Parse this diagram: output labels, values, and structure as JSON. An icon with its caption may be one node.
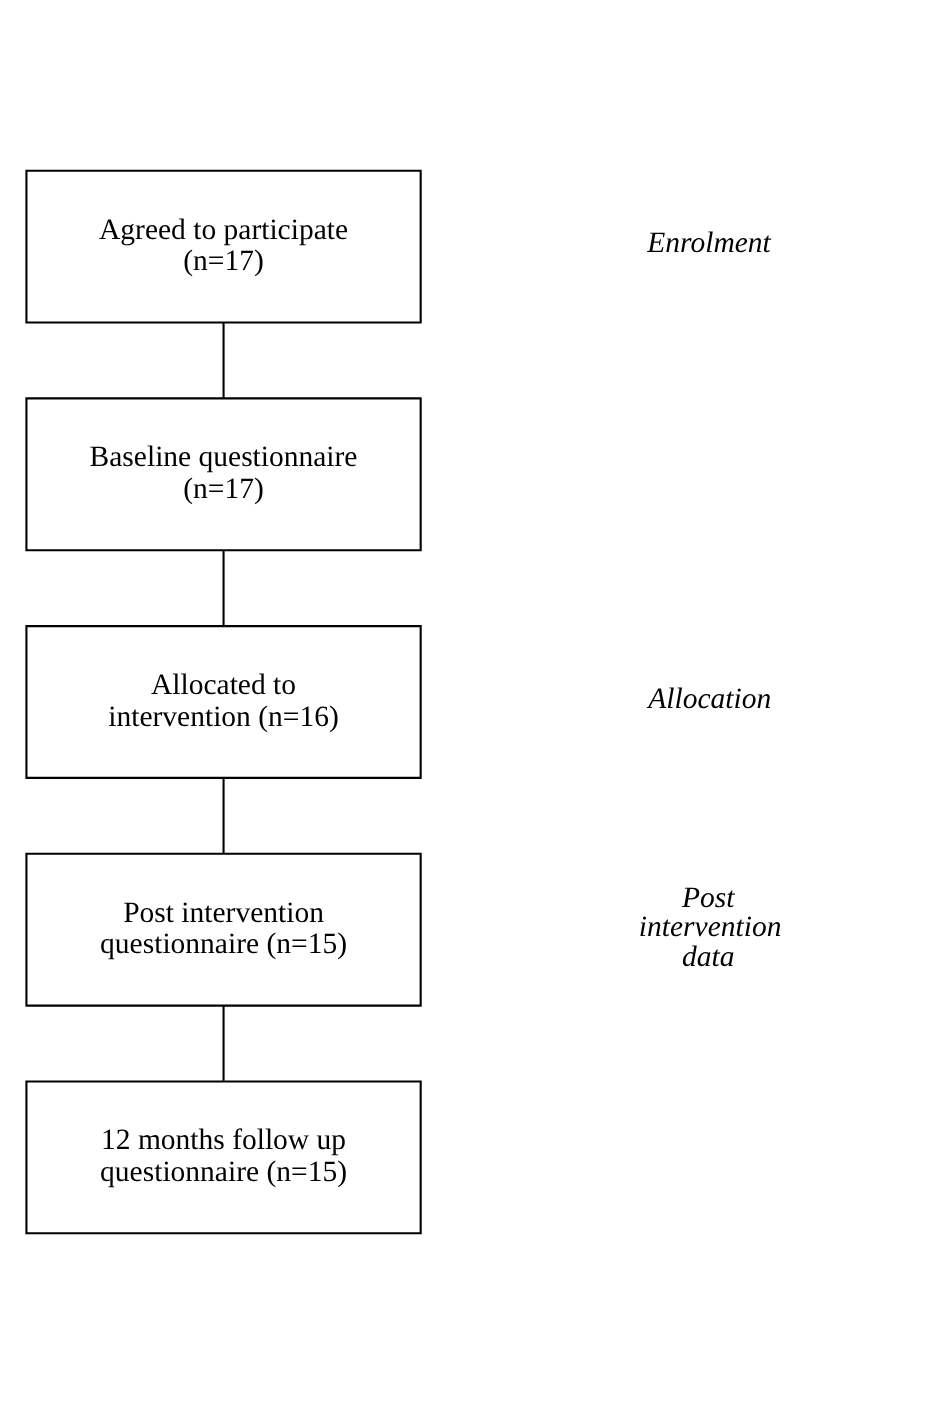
{
  "diagram": {
    "nodes": [
      {
        "text": [
          "Agreed to participate (n=17)"
        ]
      },
      {
        "text": [
          "Baseline questionnaire (n=17)"
        ]
      },
      {
        "text": [
          "Allocated to intervention (n=16)"
        ]
      },
      {
        "text": [
          "Post intervention questionnaire (n=15)"
        ]
      },
      {
        "text": [
          "12 months follow up questionnaire (n=15)"
        ]
      }
    ],
    "edges": [
      {
        "from": 0,
        "to": 1,
        "arrow": "none"
      },
      {
        "from": 1,
        "to": 2,
        "arrow": "none"
      },
      {
        "from": 2,
        "to": 3,
        "arrow": "none"
      },
      {
        "from": 3,
        "to": 4,
        "arrow": "none"
      }
    ],
    "labels": [
      "Enrolment",
      "Allocation",
      "Post intervention data"
    ]
  }
}
